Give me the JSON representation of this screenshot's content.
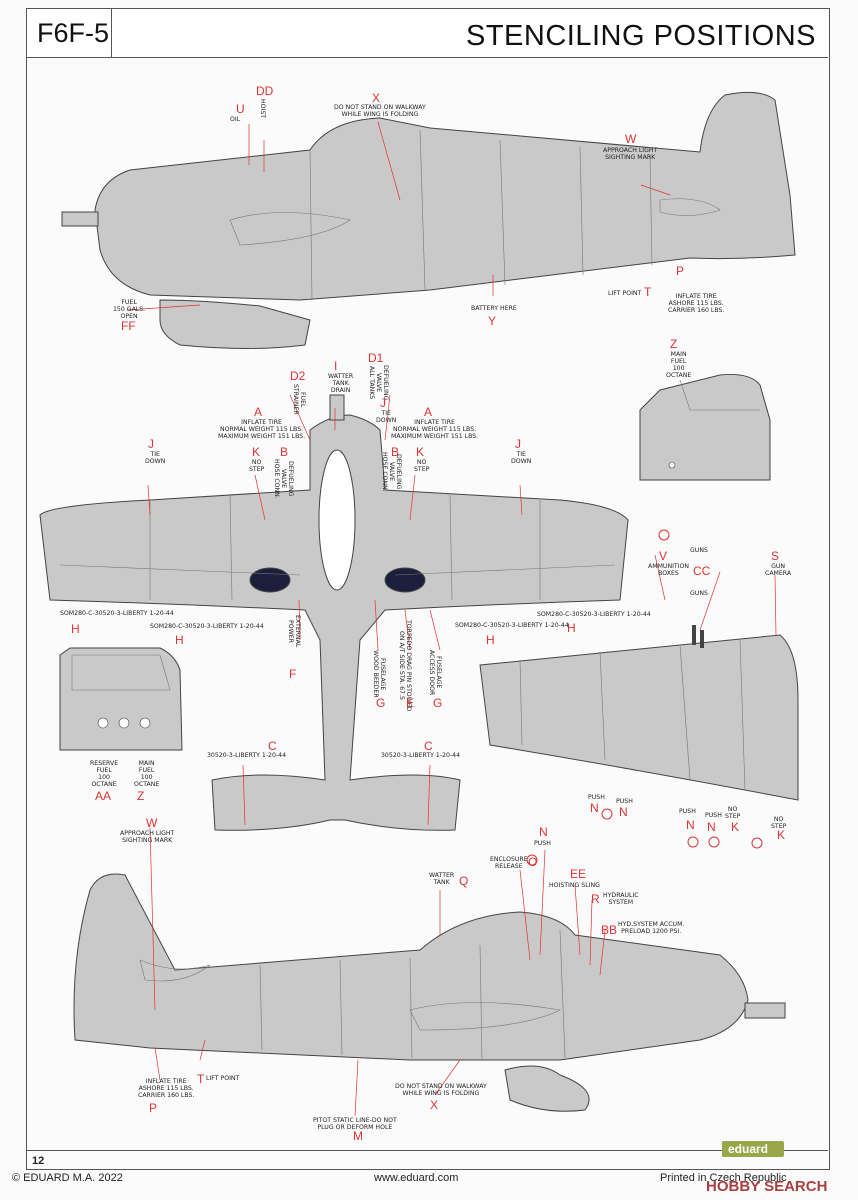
{
  "header": {
    "model": "F6F-5",
    "title": "STENCILING POSITIONS"
  },
  "footer": {
    "page_number": "12",
    "copyright": "© EDUARD M.A. 2022",
    "website": "www.eduard.com",
    "printed": "Printed in Czech Republic",
    "logo": "eduard",
    "watermark": "HOBBY SEARCH"
  },
  "stencils": {
    "u_letter": "U",
    "u_text": "OIL",
    "dd_letter": "DD",
    "dd_text": "HOIST",
    "x_letter": "X",
    "x_text": "DO NOT STAND ON WALKWAY\nWHILE WING IS FOLDING",
    "w_letter": "W",
    "w_text": "APPROACH LIGHT\nSIGHTING MARK",
    "ff_text": "FUEL\n150 GALS.\nOPEN",
    "ff_letter": "FF",
    "y_text": "BATTERY HERE",
    "y_letter": "Y",
    "t_text": "LIFT POINT",
    "t_letter": "T",
    "p_letter": "P",
    "p_text": "INFLATE TIRE\nASHORE 115 LBS.\nCARRIER 160 LBS.",
    "z_letter": "Z",
    "z_text": "MAIN\nFUEL\n100\nOCTANE",
    "i_letter": "I",
    "i_text": "WATTER\nTANK\nDRAIN",
    "d1_letter": "D1",
    "d1_text": "DEFUELING\nVALVE\nALL TANKS",
    "d2_letter": "D2",
    "d2_text": "FUEL\nSTRAINER",
    "a_letter": "A",
    "a_text": "INFLATE TIRE\nNORMAL WEIGHT 115 LBS.\nMAXIMUM WEIGHT 151 LBS.",
    "j_letter": "J",
    "j_text": "TIE\nDOWN",
    "k_letter": "K",
    "k_text": "NO\nSTEP",
    "b_letter": "B",
    "b_text": "DEFUELING\nVALVE\nHOSE CONN.",
    "v_letter": "V",
    "v_text": "AMMUNITION\nBOXES",
    "guns_text": "GUNS",
    "cc_letter": "CC",
    "s_letter": "S",
    "s_text": "GUN\nCAMERA",
    "h_letter": "H",
    "h_text": "SOM280-C-30520-3-LIBERTY 1-20-44",
    "e_letter": "E",
    "e_text": "TORPEDO DRAG PIN STOWED\nON A/T SIDE STA. 67.5",
    "g_letter": "G",
    "g_text1": "FUSELAGE\nACCESS DOOR",
    "g_text2": "FUSELAGE\nWOOD BEEDER",
    "f_letter": "F",
    "f_text": "EXTERNAL\nPOWER",
    "c_letter": "C",
    "c_text": "30520-3-LIBERTY 1-20-44",
    "aa_letter": "AA",
    "aa_text": "RESERVE\nFUEL\n100\nOCTANE",
    "n_letter": "N",
    "n_text": "PUSH",
    "no_step_text": "NO\nSTEP",
    "o_letter": "O",
    "o_text": "ENCLOSURE\nRELEASE",
    "ee_letter": "EE",
    "ee_text": "HOISTING SLING",
    "q_letter": "Q",
    "q_text": "WATTER\nTANK",
    "r_letter": "R",
    "r_text": "HYDRAULIC\nSYSTEM",
    "bb_letter": "BB",
    "bb_text": "HYD.SYSTEM ACCUM.\nPRELOAD 1200 PSI.",
    "m_letter": "M",
    "m_text": "PITOT STATIC LINE-DO NOT\nPLUG OR DEFORM HOLE"
  },
  "colors": {
    "aircraft": "#c9c9c9",
    "callout": "#d33333",
    "outline": "#444444"
  }
}
